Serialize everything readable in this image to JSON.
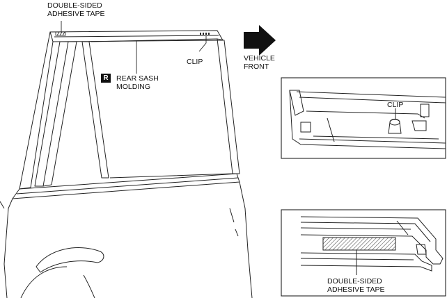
{
  "labels": {
    "tape_top_line1": "DOUBLE-SIDED",
    "tape_top_line2": "ADHESIVE TAPE",
    "badge": "R",
    "part_line1": "REAR SASH",
    "part_line2": "MOLDING",
    "clip_main": "CLIP",
    "vehicle_line1": "VEHICLE",
    "vehicle_line2": "FRONT",
    "clip_detail": "CLIP",
    "tape_bottom_line1": "DOUBLE-SIDED",
    "tape_bottom_line2": "ADHESIVE TAPE"
  },
  "colors": {
    "line": "#222222",
    "arrow": "#111111",
    "hatch": "#555555"
  },
  "icons": {
    "direction": "arrow-right-icon"
  }
}
